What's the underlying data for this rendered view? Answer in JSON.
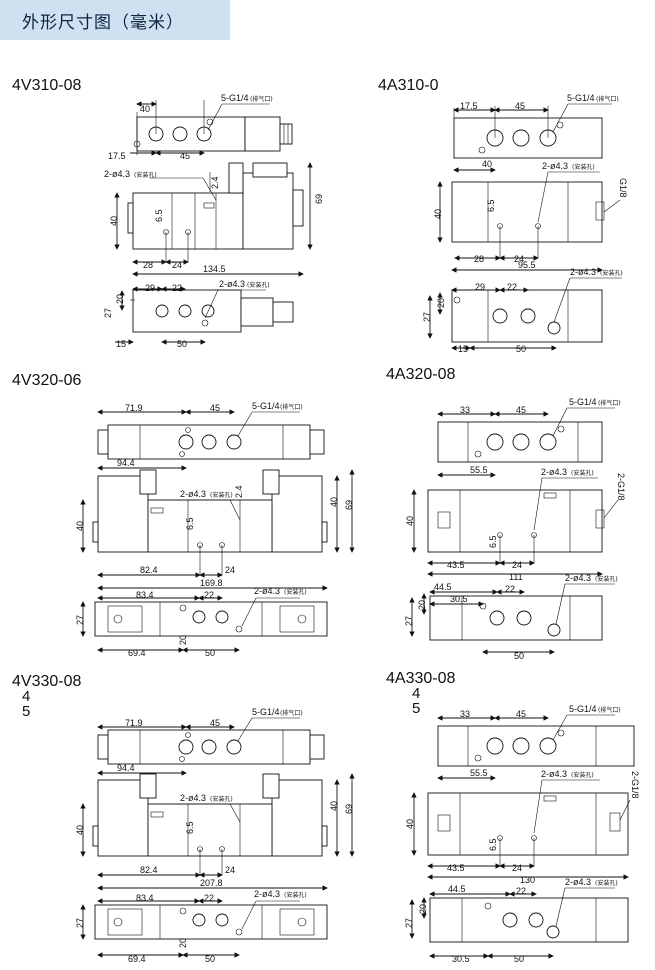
{
  "header": {
    "title": "外形尺寸图（毫米）"
  },
  "models": [
    {
      "id": "4v310",
      "name": "4V310-08"
    },
    {
      "id": "4a310",
      "name": "4A310-0"
    },
    {
      "id": "4v320",
      "name": "4V320-06"
    },
    {
      "id": "4a320",
      "name": "4A320-08"
    },
    {
      "id": "4v330",
      "name": "4V330-08",
      "extra": [
        "4",
        "5"
      ]
    },
    {
      "id": "4a330",
      "name": "4A330-08",
      "extra": [
        "4",
        "5"
      ]
    }
  ],
  "labels": {
    "port": "5-G1/4",
    "port_note": "(排气口)",
    "hole": "2-ø4.3",
    "hole_note": "(安装孔)",
    "pilot": "G1/8",
    "pilot2": "2-G1/8"
  },
  "dims": {
    "v310": {
      "d40a": "40",
      "d17_5": "17.5",
      "d45": "45",
      "d2_4": "2.4",
      "d69": "69",
      "d40b": "40",
      "d6_5": "6.5",
      "d28": "28",
      "d24": "24",
      "d134_5": "134.5",
      "d20": "20",
      "d29": "29",
      "d22": "22",
      "d27": "27",
      "d15": "15",
      "d50": "50"
    },
    "a310": {
      "d17_5": "17.5",
      "d45": "45",
      "d40a": "40",
      "d40b": "40",
      "d6_5": "6.5",
      "d28": "28",
      "d24": "24",
      "d95_5": "95.5",
      "d20": "20",
      "d29": "29",
      "d22": "22",
      "d27": "27",
      "d15": "15",
      "d50": "50"
    },
    "v320": {
      "d71_9": "71.9",
      "d45": "45",
      "d94_4": "94.4",
      "d2_4": "2.4",
      "d69": "69",
      "d40": "40",
      "d40b": "40",
      "d6_5": "6.5",
      "d82_4": "82.4",
      "d24": "24",
      "d169_8": "169.8",
      "d83_4": "83.4",
      "d22": "22",
      "d27": "27",
      "d20": "20",
      "d69_4": "69.4",
      "d50": "50"
    },
    "a320": {
      "d33": "33",
      "d45": "45",
      "d55_5": "55.5",
      "d40": "40",
      "d6_5": "6.5",
      "d43_5": "43.5",
      "d24": "24",
      "d111": "111",
      "d44_5": "44.5",
      "d30_5": "30.5",
      "d22": "22",
      "d27": "27",
      "d20": "20",
      "d50": "50"
    },
    "v330": {
      "d71_9": "71.9",
      "d45": "45",
      "d94_4": "94.4",
      "d69": "69",
      "d40": "40",
      "d40b": "40",
      "d6_5": "6.5",
      "d82_4": "82.4",
      "d24": "24",
      "d207_8": "207.8",
      "d83_4": "83.4",
      "d22": "22",
      "d27": "27",
      "d20": "20",
      "d69_4": "69.4",
      "d50": "50"
    },
    "a330": {
      "d33": "33",
      "d45": "45",
      "d55_5": "55.5",
      "d40": "40",
      "d6_5": "6.5",
      "d43_5": "43.5",
      "d24": "24",
      "d130": "130",
      "d44_5": "44.5",
      "d27": "27",
      "d20": "20",
      "d22": "22",
      "d30_5": "30.5",
      "d50": "50"
    }
  }
}
